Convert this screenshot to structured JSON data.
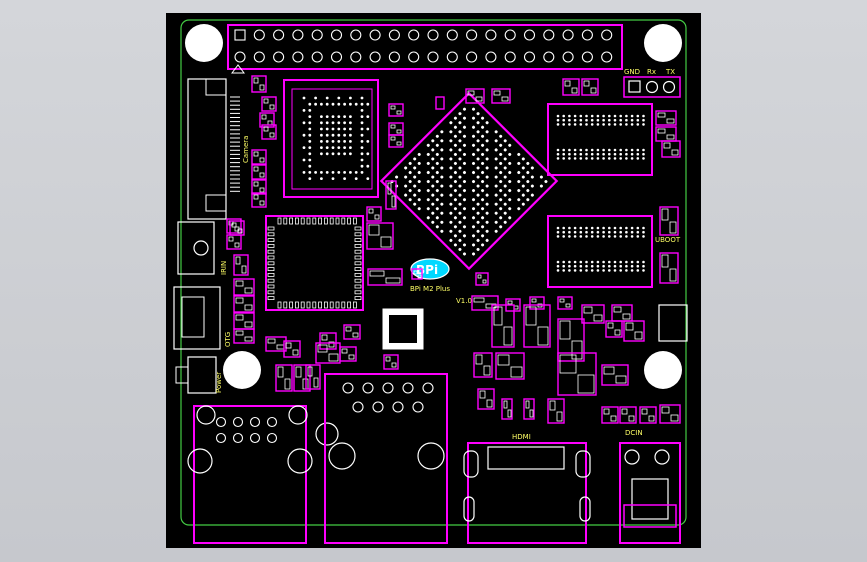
{
  "board": {
    "logo_text": "BPi",
    "model_text": "BPi M2 Plus",
    "version_text": "V1.0"
  },
  "labels": {
    "gnd": "GND",
    "rx": "Rx",
    "tx": "TX",
    "camera": "Camera",
    "irin": "IRIN",
    "otg": "OTG",
    "power": "Power",
    "uboot": "UBOOT",
    "hdmi": "HDMI",
    "dcin": "DCIN"
  },
  "colors": {
    "board": "#000000",
    "outline": "#44cc44",
    "silkscreen": "#ff00ff",
    "text": "#ffff66",
    "background": "#cdcfd4"
  }
}
